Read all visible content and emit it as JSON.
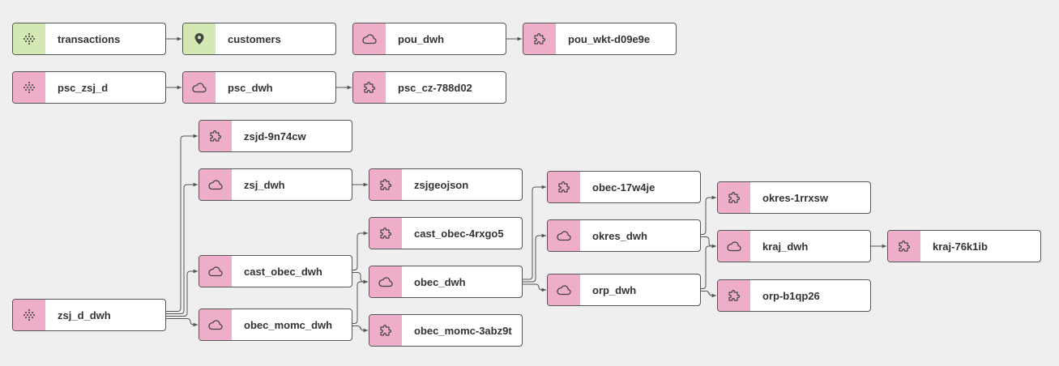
{
  "colors": {
    "source": "#d4e8b4",
    "model": "#eeadc8",
    "edge": "#555555"
  },
  "nodes": [
    {
      "id": "transactions",
      "label": "transactions",
      "icon": "grid-dots-icon",
      "kind": "source"
    },
    {
      "id": "customers",
      "label": "customers",
      "icon": "map-pin-icon",
      "kind": "source"
    },
    {
      "id": "pou_dwh",
      "label": "pou_dwh",
      "icon": "cloud-icon",
      "kind": "model"
    },
    {
      "id": "pou_wkt",
      "label": "pou_wkt-d09e9e",
      "icon": "puzzle-icon",
      "kind": "model"
    },
    {
      "id": "psc_zsj_d",
      "label": "psc_zsj_d",
      "icon": "grid-dots-icon",
      "kind": "model"
    },
    {
      "id": "psc_dwh",
      "label": "psc_dwh",
      "icon": "cloud-icon",
      "kind": "model"
    },
    {
      "id": "psc_cz",
      "label": "psc_cz-788d02",
      "icon": "puzzle-icon",
      "kind": "model"
    },
    {
      "id": "zsjd_9n",
      "label": "zsjd-9n74cw",
      "icon": "puzzle-icon",
      "kind": "model"
    },
    {
      "id": "zsj_dwh",
      "label": "zsj_dwh",
      "icon": "cloud-icon",
      "kind": "model"
    },
    {
      "id": "zsjgeojson",
      "label": "zsjgeojson",
      "icon": "puzzle-icon",
      "kind": "model"
    },
    {
      "id": "obec_17",
      "label": "obec-17w4je",
      "icon": "puzzle-icon",
      "kind": "model"
    },
    {
      "id": "okres_1r",
      "label": "okres-1rrxsw",
      "icon": "puzzle-icon",
      "kind": "model"
    },
    {
      "id": "cast_obec_4r",
      "label": "cast_obec-4rxgo5",
      "icon": "puzzle-icon",
      "kind": "model"
    },
    {
      "id": "okres_dwh",
      "label": "okres_dwh",
      "icon": "cloud-icon",
      "kind": "model"
    },
    {
      "id": "kraj_dwh",
      "label": "kraj_dwh",
      "icon": "cloud-icon",
      "kind": "model"
    },
    {
      "id": "kraj_76",
      "label": "kraj-76k1ib",
      "icon": "puzzle-icon",
      "kind": "model"
    },
    {
      "id": "cast_obec_dwh",
      "label": "cast_obec_dwh",
      "icon": "cloud-icon",
      "kind": "model"
    },
    {
      "id": "obec_dwh",
      "label": "obec_dwh",
      "icon": "cloud-icon",
      "kind": "model"
    },
    {
      "id": "orp_dwh",
      "label": "orp_dwh",
      "icon": "cloud-icon",
      "kind": "model"
    },
    {
      "id": "orp_b1",
      "label": "orp-b1qp26",
      "icon": "puzzle-icon",
      "kind": "model"
    },
    {
      "id": "zsj_d_dwh",
      "label": "zsj_d_dwh",
      "icon": "grid-dots-icon",
      "kind": "model"
    },
    {
      "id": "obec_momc_dwh",
      "label": "obec_momc_dwh",
      "icon": "cloud-icon",
      "kind": "model"
    },
    {
      "id": "obec_momc_3a",
      "label": "obec_momc-3abz9t",
      "icon": "puzzle-icon",
      "kind": "model"
    }
  ],
  "edges": [
    [
      "transactions",
      "customers"
    ],
    [
      "pou_dwh",
      "pou_wkt"
    ],
    [
      "psc_zsj_d",
      "psc_dwh"
    ],
    [
      "psc_dwh",
      "psc_cz"
    ],
    [
      "zsj_d_dwh",
      "zsjd_9n"
    ],
    [
      "zsj_d_dwh",
      "zsj_dwh"
    ],
    [
      "zsj_d_dwh",
      "cast_obec_dwh"
    ],
    [
      "zsj_d_dwh",
      "obec_momc_dwh"
    ],
    [
      "zsj_dwh",
      "zsjgeojson"
    ],
    [
      "cast_obec_dwh",
      "cast_obec_4r"
    ],
    [
      "cast_obec_dwh",
      "obec_dwh"
    ],
    [
      "obec_momc_dwh",
      "obec_dwh"
    ],
    [
      "obec_momc_dwh",
      "obec_momc_3a"
    ],
    [
      "obec_dwh",
      "obec_17"
    ],
    [
      "obec_dwh",
      "okres_dwh"
    ],
    [
      "obec_dwh",
      "orp_dwh"
    ],
    [
      "okres_dwh",
      "okres_1r"
    ],
    [
      "okres_dwh",
      "kraj_dwh"
    ],
    [
      "orp_dwh",
      "kraj_dwh"
    ],
    [
      "orp_dwh",
      "orp_b1"
    ],
    [
      "kraj_dwh",
      "kraj_76"
    ]
  ]
}
